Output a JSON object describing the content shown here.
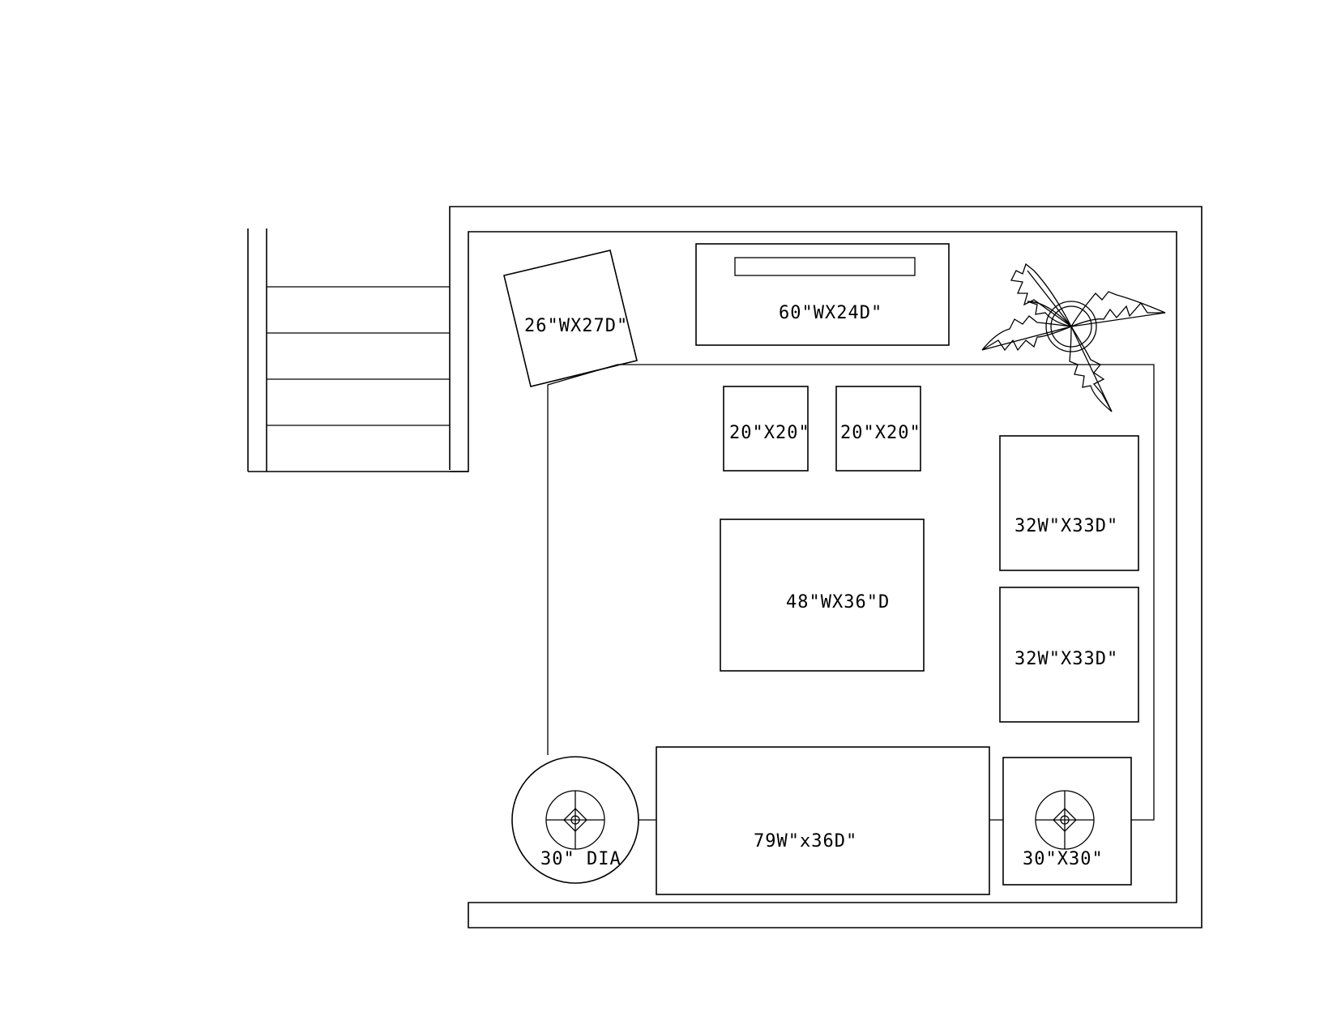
{
  "line_color": "#000000",
  "background_color": "#ffffff",
  "labels": {
    "accent_chair": "26\"WX27D\"",
    "console": "60\"WX24D\"",
    "ottoman_left": "20\"X20\"",
    "ottoman_right": "20\"X20\"",
    "armchair_top": "32W\"X33D\"",
    "armchair_bottom": "32W\"X33D\"",
    "coffee_table": "48\"WX36\"D",
    "sofa": "79W\"x36D\"",
    "round_side_table": "30\" DIA",
    "square_side_table": "30\"X30\""
  },
  "icons": {
    "plant": "plant-icon",
    "lamps": "table-lamp-icon"
  }
}
